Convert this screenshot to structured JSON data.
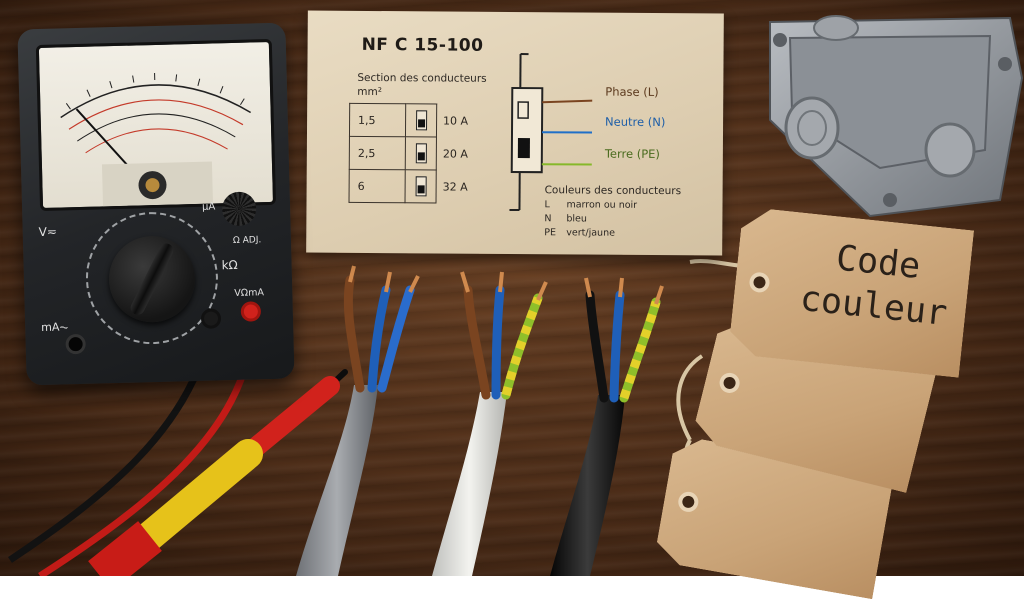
{
  "card": {
    "title": "NF C 15-100",
    "section_label": "Section des conducteurs mm²",
    "sections": [
      {
        "size": "1,5",
        "amps": "10 A"
      },
      {
        "size": "2,5",
        "amps": "20 A"
      },
      {
        "size": "6",
        "amps": "32 A"
      }
    ],
    "legend": {
      "phase": "Phase (L)",
      "neutre": "Neutre (N)",
      "terre": "Terre (PE)"
    },
    "colors_title": "Couleurs des conducteurs",
    "colors": [
      {
        "key": "L",
        "value": "marron ou noir"
      },
      {
        "key": "N",
        "value": "bleu"
      },
      {
        "key": "PE",
        "value": "vert/jaune"
      }
    ]
  },
  "tag": {
    "line1": "Code",
    "line2": "couleur"
  },
  "multimeter": {
    "label_v": "V≂",
    "label_mua": "μA",
    "label_ohm_adj": "Ω ADJ.",
    "label_ma": "mA⏦",
    "label_ohm": "kΩ",
    "label_voma": "VΩmA"
  },
  "palette": {
    "wood": "#4d2d18",
    "brown_wire": "#7a4420",
    "blue_wire": "#1f5fb8",
    "green_yellow": "#8fbf2a",
    "copper": "#d08a4e",
    "tag_kraft": "#c9a377",
    "card_paper": "#e2d4b9"
  },
  "icons": [
    "multimeter-icon",
    "junction-box-icon",
    "cable-icon",
    "test-probe-icon",
    "tag-icon"
  ]
}
